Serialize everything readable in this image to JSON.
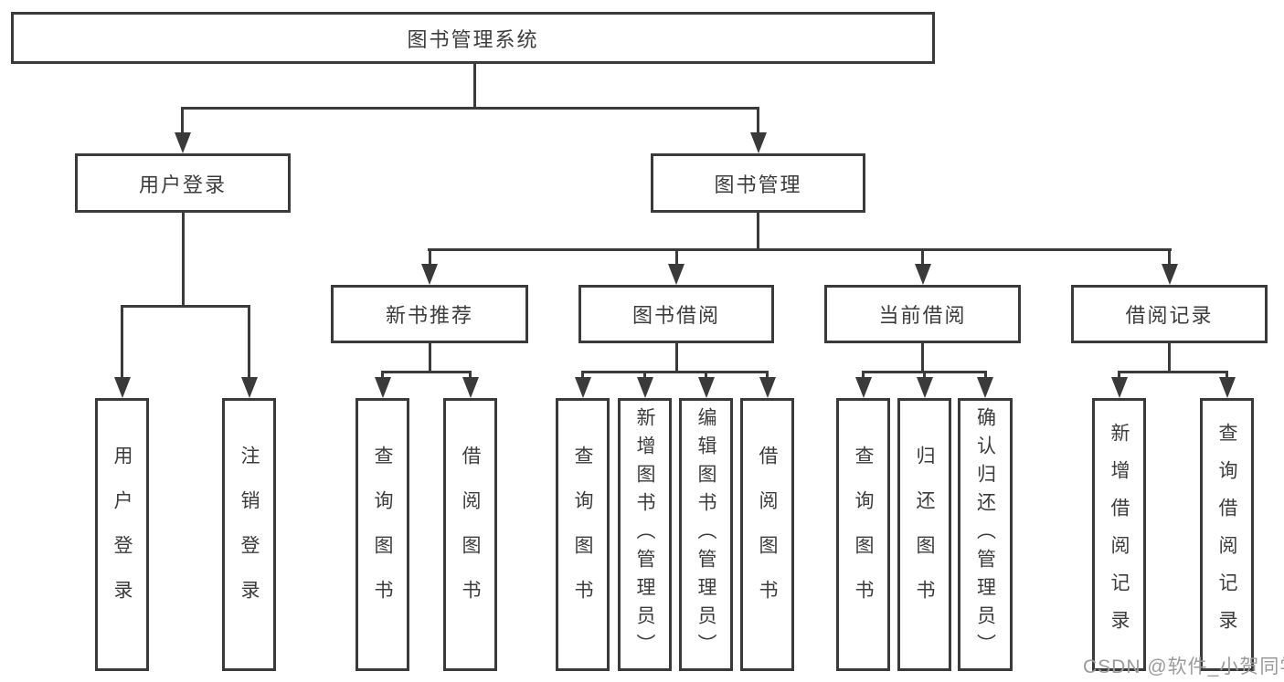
{
  "tree": {
    "label": "图书管理系统",
    "children": [
      {
        "label": "用户登录",
        "children": [
          {
            "label": "用户登录"
          },
          {
            "label": "注销登录"
          }
        ]
      },
      {
        "label": "图书管理",
        "children": [
          {
            "label": "新书推荐",
            "children": [
              {
                "label": "查询图书"
              },
              {
                "label": "借阅图书"
              }
            ]
          },
          {
            "label": "图书借阅",
            "children": [
              {
                "label": "查询图书"
              },
              {
                "label": "新增图书（管理员）"
              },
              {
                "label": "编辑图书（管理员）"
              },
              {
                "label": "借阅图书"
              }
            ]
          },
          {
            "label": "当前借阅",
            "children": [
              {
                "label": "查询图书"
              },
              {
                "label": "归还图书"
              },
              {
                "label": "确认归还（管理员）"
              }
            ]
          },
          {
            "label": "借阅记录",
            "children": [
              {
                "label": "新增借阅记录"
              },
              {
                "label": "查询借阅记录"
              }
            ]
          }
        ]
      }
    ]
  },
  "watermark": "CSDN @软件_小贺同学",
  "colors": {
    "line": "#3a3a3a",
    "text": "#3c3c3c",
    "watermark": "#9b9b9b",
    "background": "#ffffff"
  }
}
